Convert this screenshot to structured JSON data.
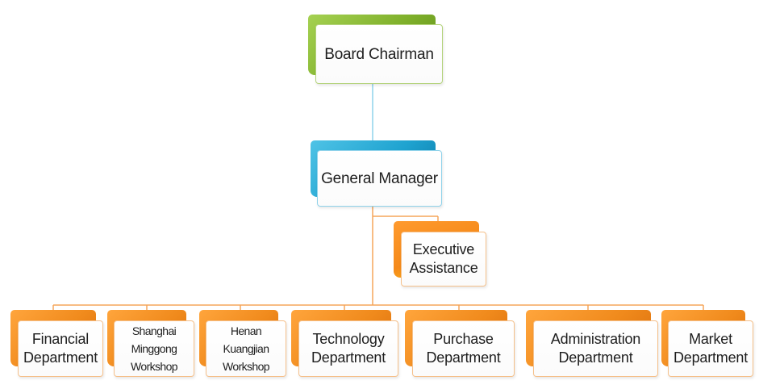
{
  "chart": {
    "top": {
      "label": "Board Chairman"
    },
    "manager": {
      "label": "General Manager"
    },
    "assistant": {
      "line1": "Executive",
      "line2": "Assistance"
    },
    "departments": [
      {
        "line1": "Financial",
        "line2": "Department"
      },
      {
        "line1": "Shanghai Minggong",
        "line2": "Workshop"
      },
      {
        "line1": "Henan Kuangjian",
        "line2": "Workshop"
      },
      {
        "line1": "Technology",
        "line2": "Department"
      },
      {
        "line1": "Purchase",
        "line2": "Department"
      },
      {
        "line1": "Administration",
        "line2": "Department"
      },
      {
        "line1": "Market",
        "line2": "Department"
      }
    ]
  },
  "colors": {
    "top_accent": "#7fb02b",
    "manager_accent": "#1fa3d0",
    "department_accent": "#f08a1c",
    "connector_blue": "#8fd2ea",
    "connector_orange": "#f5a55a"
  }
}
